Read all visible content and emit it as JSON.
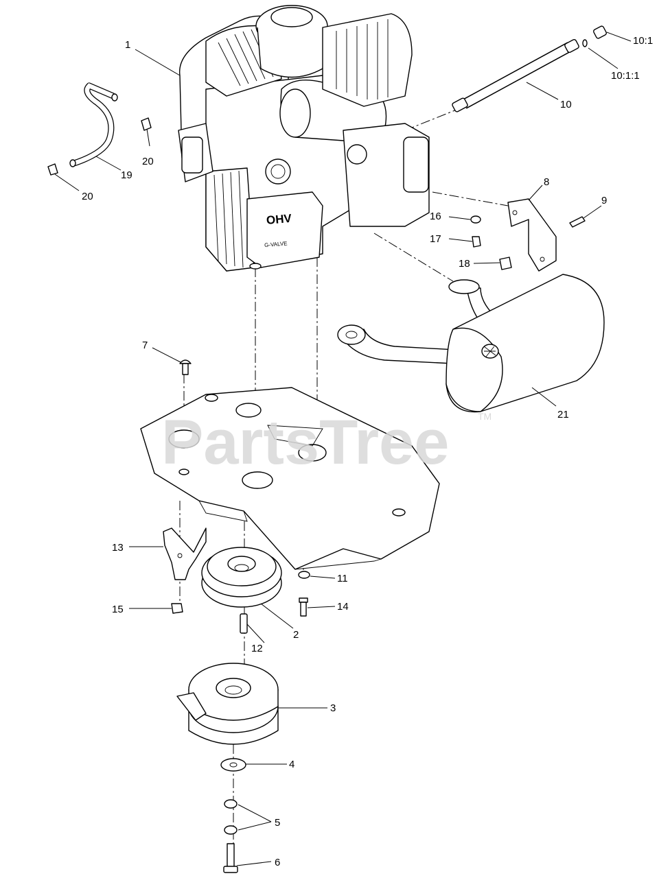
{
  "watermark": {
    "text": "PartsTree",
    "tm": "TM"
  },
  "callouts": {
    "c1": "1",
    "c2": "2",
    "c3": "3",
    "c4": "4",
    "c5": "5",
    "c6": "6",
    "c7": "7",
    "c8": "8",
    "c9": "9",
    "c10": "10",
    "c10_1": "10:1",
    "c10_1_1": "10:1:1",
    "c11": "11",
    "c12": "12",
    "c13": "13",
    "c14": "14",
    "c15": "15",
    "c16": "16",
    "c17": "17",
    "c18": "18",
    "c19": "19",
    "c20a": "20",
    "c20b": "20",
    "c21": "21"
  },
  "engine_labels": {
    "ohv": "OHV",
    "valve": "G-VALVE"
  }
}
